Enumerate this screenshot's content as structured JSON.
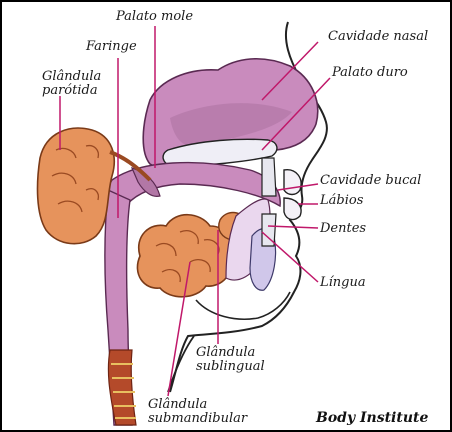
{
  "labels": {
    "palato_mole": "Palato mole",
    "faringe": "Faringe",
    "glandula_parotida_1": "Glândula",
    "glandula_parotida_2": "parótida",
    "cavidade_nasal": "Cavidade nasal",
    "palato_duro": "Palato duro",
    "cavidade_bucal": "Cavidade bucal",
    "labios": "Lábios",
    "dentes": "Dentes",
    "lingua": "Língua",
    "glandula_sublingual_1": "Glândula",
    "glandula_sublingual_2": "sublingual",
    "glandula_submandibular_1": "Glândula",
    "glandula_submandibular_2": "submandibular"
  },
  "credit": "Body Institute",
  "colors": {
    "label_line": "#c0186a",
    "gland": "#e6935c",
    "gland_dark": "#9a4a22",
    "cavity": "#c98bbd",
    "cavity_dark": "#8e4f86",
    "pharynx": "#b44a2a",
    "teeth": "#e7e7ef",
    "outline": "#222222"
  }
}
